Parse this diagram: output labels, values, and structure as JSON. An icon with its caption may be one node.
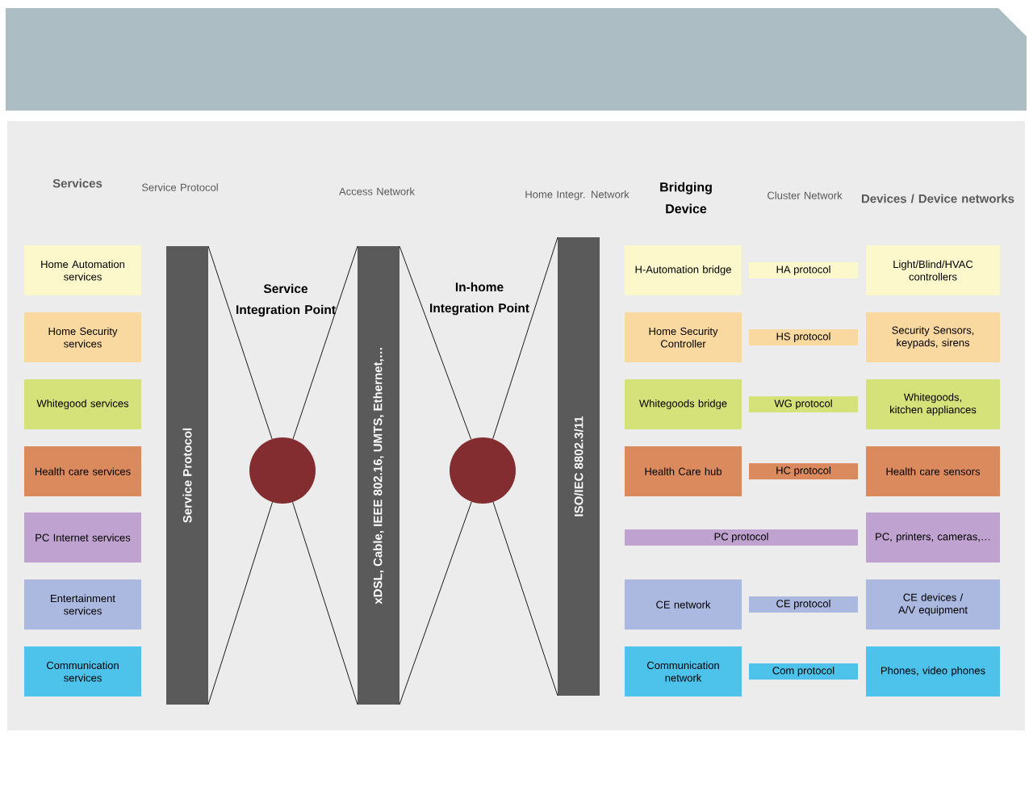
{
  "diagram": {
    "nodes": [
      {
        "text": [
          "Service Protocol"
        ]
      },
      {
        "text": [],
        "shape": "circle"
      },
      {
        "text": [
          "xDSL, Cable, IEEE 802.16, UMTS, Ethernet,…"
        ]
      },
      {
        "text": [],
        "shape": "circle"
      },
      {
        "text": [
          "ISO/IEC  8802.3/11"
        ]
      },
      {
        "text": [
          "Home Automation services"
        ]
      },
      {
        "text": [
          "Home Security services"
        ]
      },
      {
        "text": [
          "Whitegood services"
        ]
      },
      {
        "text": [
          "Health care services"
        ]
      },
      {
        "text": [
          "PC Internet services"
        ]
      },
      {
        "text": [
          "Entertainment services"
        ]
      },
      {
        "text": [
          "Communication services"
        ]
      },
      {
        "text": [
          "H-Automation bridge"
        ]
      },
      {
        "text": [
          "Home Security Controller"
        ]
      },
      {
        "text": [
          "Whitegoods bridge"
        ]
      },
      {
        "text": [
          "Health Care hub"
        ]
      },
      {
        "text": [
          "CE network"
        ]
      },
      {
        "text": [
          "Communication network"
        ]
      },
      {
        "text": [
          "HA protocol"
        ]
      },
      {
        "text": [
          "HS protocol"
        ]
      },
      {
        "text": [
          "WG protocol"
        ]
      },
      {
        "text": [
          "HC protocol"
        ]
      },
      {
        "text": [
          "PC protocol"
        ]
      },
      {
        "text": [
          "CE protocol"
        ]
      },
      {
        "text": [
          "Com protocol"
        ]
      },
      {
        "text": [
          "Light/Blind/HVAC controllers"
        ]
      },
      {
        "text": [
          "Security Sensors, keypads, sirens"
        ]
      },
      {
        "text": [
          "Whitegoods, kitchen appliances"
        ]
      },
      {
        "text": [
          "Health care sensors"
        ]
      },
      {
        "text": [
          "PC, printers, cameras,…"
        ]
      },
      {
        "text": [
          "CE devices / A/V equipment"
        ]
      },
      {
        "text": [
          "Phones, video phones"
        ]
      }
    ],
    "edges": [
      {
        "from": 0,
        "to": 1,
        "arrow": "none"
      },
      {
        "from": 0,
        "to": 1,
        "arrow": "none"
      },
      {
        "from": 1,
        "to": 2,
        "arrow": "none"
      },
      {
        "from": 1,
        "to": 2,
        "arrow": "none"
      },
      {
        "from": 2,
        "to": 3,
        "arrow": "none"
      },
      {
        "from": 2,
        "to": 3,
        "arrow": "none"
      },
      {
        "from": 3,
        "to": 4,
        "arrow": "none"
      },
      {
        "from": 3,
        "to": 4,
        "arrow": "none"
      }
    ],
    "labels": [
      "Services",
      "Service Protocol",
      "Access Network",
      "Home Integr. Network",
      "Bridging Device",
      "Cluster Network",
      "Devices / Device networks",
      "Service Integration Point",
      "In-home Integration Point"
    ]
  }
}
